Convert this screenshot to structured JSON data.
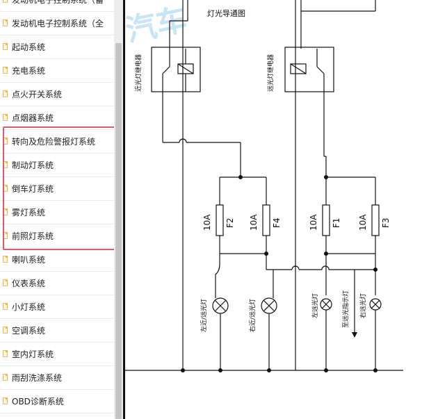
{
  "sidebar": {
    "items": [
      {
        "label": "发动机电子控制系统（蓄"
      },
      {
        "label": "发动机电子控制系统（全"
      },
      {
        "label": "起动系统"
      },
      {
        "label": "充电系统"
      },
      {
        "label": "点火开关系统"
      },
      {
        "label": "点烟器系统"
      },
      {
        "label": "转向及危险警报灯系统"
      },
      {
        "label": "制动灯系统"
      },
      {
        "label": "倒车灯系统"
      },
      {
        "label": "雾灯系统"
      },
      {
        "label": "前照灯系统"
      },
      {
        "label": "喇叭系统"
      },
      {
        "label": "仪表系统"
      },
      {
        "label": "小灯系统"
      },
      {
        "label": "空调系统"
      },
      {
        "label": "室内灯系统"
      },
      {
        "label": "雨刮洗涤系统"
      },
      {
        "label": "OBD诊断系统"
      }
    ]
  },
  "diagram": {
    "title": "灯光导通图",
    "relay_left": "近光灯继电器",
    "relay_right": "远光灯继电器",
    "fuses": [
      {
        "rating": "10A",
        "name": "F2"
      },
      {
        "rating": "10A",
        "name": "F4"
      },
      {
        "rating": "10A",
        "name": "F1"
      },
      {
        "rating": "10A",
        "name": "F3"
      }
    ],
    "lamps": [
      {
        "label": "左近/远光灯"
      },
      {
        "label": "右近/远光灯"
      },
      {
        "label": "左远光灯"
      },
      {
        "label": "至远光指示灯"
      },
      {
        "label": "右远光灯"
      }
    ],
    "watermark": "汽车"
  },
  "colors": {
    "highlight": "#e05a6c",
    "scrollbar_thumb": "#c5c5c5",
    "watermark": "#9ad0ee"
  }
}
